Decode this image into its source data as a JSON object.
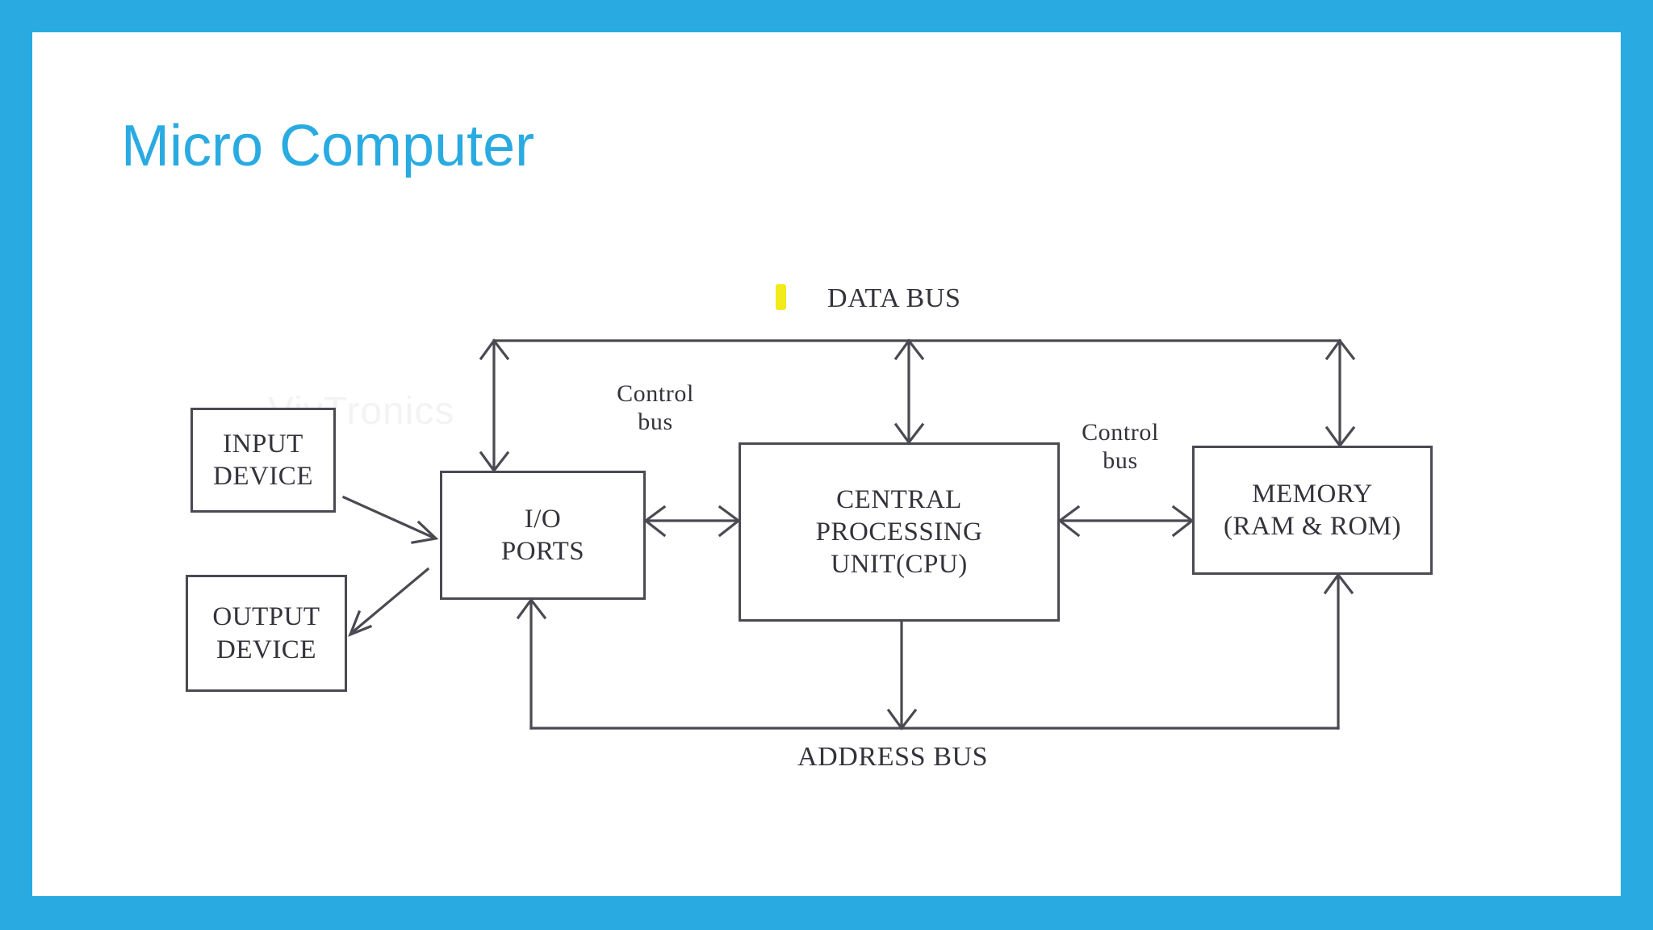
{
  "slide": {
    "title": "Micro Computer",
    "border_color": "#29abe2",
    "title_color": "#29abe2",
    "background_color": "#ffffff",
    "watermark": "VivTronics",
    "highlight_color": "#f2ea1a"
  },
  "diagram": {
    "nodes": [
      {
        "id": "input-device",
        "label": "INPUT\nDEVICE"
      },
      {
        "id": "output-device",
        "label": "OUTPUT\nDEVICE"
      },
      {
        "id": "io-ports",
        "label": "I/O\nPORTS"
      },
      {
        "id": "cpu",
        "label": "CENTRAL\nPROCESSING\nUNIT(CPU)"
      },
      {
        "id": "memory",
        "label": "MEMORY\n(RAM & ROM)"
      }
    ],
    "bus_labels": {
      "data_bus": "DATA BUS",
      "address_bus": "ADDRESS BUS",
      "control_bus_left": "Control\nbus",
      "control_bus_right": "Control\nbus"
    }
  },
  "chart_data": {
    "type": "diagram",
    "title": "Micro Computer",
    "nodes": [
      "INPUT DEVICE",
      "OUTPUT DEVICE",
      "I/O PORTS",
      "CENTRAL PROCESSING UNIT(CPU)",
      "MEMORY (RAM & ROM)"
    ],
    "edges": [
      {
        "from": "INPUT DEVICE",
        "to": "I/O PORTS",
        "direction": "one-way"
      },
      {
        "from": "I/O PORTS",
        "to": "OUTPUT DEVICE",
        "direction": "one-way"
      },
      {
        "from": "I/O PORTS",
        "to": "CENTRAL PROCESSING UNIT(CPU)",
        "direction": "two-way",
        "bus": "Control bus"
      },
      {
        "from": "CENTRAL PROCESSING UNIT(CPU)",
        "to": "MEMORY (RAM & ROM)",
        "direction": "two-way",
        "bus": "Control bus"
      },
      {
        "from": "DATA BUS",
        "to": "I/O PORTS",
        "direction": "two-way"
      },
      {
        "from": "DATA BUS",
        "to": "CENTRAL PROCESSING UNIT(CPU)",
        "direction": "two-way"
      },
      {
        "from": "DATA BUS",
        "to": "MEMORY (RAM & ROM)",
        "direction": "two-way"
      },
      {
        "from": "CENTRAL PROCESSING UNIT(CPU)",
        "to": "ADDRESS BUS",
        "direction": "one-way"
      },
      {
        "from": "ADDRESS BUS",
        "to": "I/O PORTS",
        "direction": "one-way"
      },
      {
        "from": "ADDRESS BUS",
        "to": "MEMORY (RAM & ROM)",
        "direction": "one-way"
      }
    ],
    "buses": [
      "DATA BUS",
      "ADDRESS BUS",
      "Control bus"
    ]
  }
}
